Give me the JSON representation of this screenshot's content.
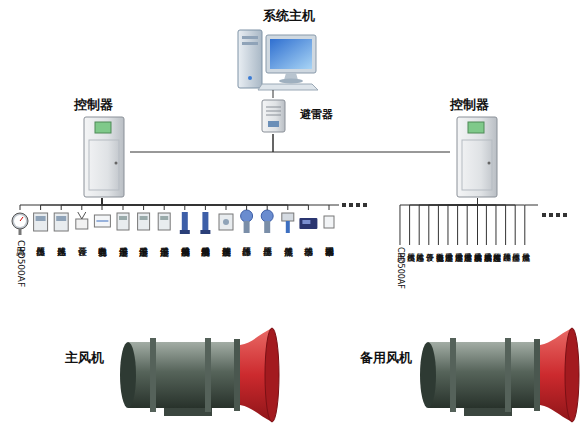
{
  "diagram": {
    "nodes": [
      {
        "text": [
          "系统主机"
        ]
      },
      {
        "text": [
          "避雷器"
        ]
      },
      {
        "text": [
          "控制器"
        ]
      },
      {
        "text": [
          "控制器"
        ]
      },
      {
        "text": [
          "压力CPD500AF"
        ]
      },
      {
        "text": [
          "负压传感器"
        ]
      },
      {
        "text": [
          "风速传感器"
        ]
      },
      {
        "text": [
          "设备开停"
        ]
      },
      {
        "text": [
          "电力参数变送器"
        ]
      },
      {
        "text": [
          "定子温度传感器"
        ]
      },
      {
        "text": [
          "定子温度传感器"
        ]
      },
      {
        "text": [
          "定子温度传感器"
        ]
      },
      {
        "text": [
          "前轴承温度传感器"
        ]
      },
      {
        "text": [
          "后轴承温度传感器"
        ]
      },
      {
        "text": [
          "速度检测传感器"
        ]
      },
      {
        "text": [
          "静压传感器"
        ]
      },
      {
        "text": [
          "全压传感器"
        ]
      },
      {
        "text": [
          "流量传感器"
        ]
      },
      {
        "text": [
          "功率传感器"
        ]
      },
      {
        "text": [
          "功率因素传感器"
        ]
      },
      {
        "text": [
          "压力CPD500AF"
        ]
      },
      {
        "text": [
          "负压传感器"
        ]
      },
      {
        "text": [
          "风速传感器"
        ]
      },
      {
        "text": [
          "设备开停"
        ]
      },
      {
        "text": [
          "电力参数变送器"
        ]
      },
      {
        "text": [
          "定子温度传感器"
        ]
      },
      {
        "text": [
          "定子温度传感器"
        ]
      },
      {
        "text": [
          "定子温度传感器"
        ]
      },
      {
        "text": [
          "前轴承温度传感器"
        ]
      },
      {
        "text": [
          "后轴承温度传感器"
        ]
      },
      {
        "text": [
          "速度检测传感器"
        ]
      },
      {
        "text": [
          "静压传感器"
        ]
      },
      {
        "text": [
          "全压传感器"
        ]
      },
      {
        "text": [
          "流量传感器"
        ]
      },
      {
        "text": [
          "主风机"
        ]
      },
      {
        "text": [
          "备用风机"
        ]
      }
    ],
    "edges": [
      {
        "from": 0,
        "to": 1,
        "arrow": "none"
      },
      {
        "from": 1,
        "to": 2,
        "arrow": "none"
      },
      {
        "from": 1,
        "to": 3,
        "arrow": "none"
      },
      {
        "from": 2,
        "to": 4,
        "arrow": "none"
      },
      {
        "from": 2,
        "to": 5,
        "arrow": "none"
      },
      {
        "from": 2,
        "to": 6,
        "arrow": "none"
      },
      {
        "from": 2,
        "to": 7,
        "arrow": "none"
      },
      {
        "from": 2,
        "to": 8,
        "arrow": "none"
      },
      {
        "from": 2,
        "to": 9,
        "arrow": "none"
      },
      {
        "from": 2,
        "to": 10,
        "arrow": "none"
      },
      {
        "from": 2,
        "to": 11,
        "arrow": "none"
      },
      {
        "from": 2,
        "to": 12,
        "arrow": "none"
      },
      {
        "from": 2,
        "to": 13,
        "arrow": "none"
      },
      {
        "from": 2,
        "to": 14,
        "arrow": "none"
      },
      {
        "from": 2,
        "to": 15,
        "arrow": "none"
      },
      {
        "from": 2,
        "to": 16,
        "arrow": "none"
      },
      {
        "from": 2,
        "to": 17,
        "arrow": "none"
      },
      {
        "from": 2,
        "to": 18,
        "arrow": "none"
      },
      {
        "from": 2,
        "to": 19,
        "arrow": "none"
      },
      {
        "from": 3,
        "to": 20,
        "arrow": "none"
      },
      {
        "from": 3,
        "to": 21,
        "arrow": "none"
      },
      {
        "from": 3,
        "to": 22,
        "arrow": "none"
      },
      {
        "from": 3,
        "to": 23,
        "arrow": "none"
      },
      {
        "from": 3,
        "to": 24,
        "arrow": "none"
      },
      {
        "from": 3,
        "to": 25,
        "arrow": "none"
      },
      {
        "from": 3,
        "to": 26,
        "arrow": "none"
      },
      {
        "from": 3,
        "to": 27,
        "arrow": "none"
      },
      {
        "from": 3,
        "to": 28,
        "arrow": "none"
      },
      {
        "from": 3,
        "to": 29,
        "arrow": "none"
      },
      {
        "from": 3,
        "to": 30,
        "arrow": "none"
      },
      {
        "from": 3,
        "to": 31,
        "arrow": "none"
      },
      {
        "from": 3,
        "to": 32,
        "arrow": "none"
      },
      {
        "from": 3,
        "to": 33,
        "arrow": "none"
      }
    ]
  }
}
